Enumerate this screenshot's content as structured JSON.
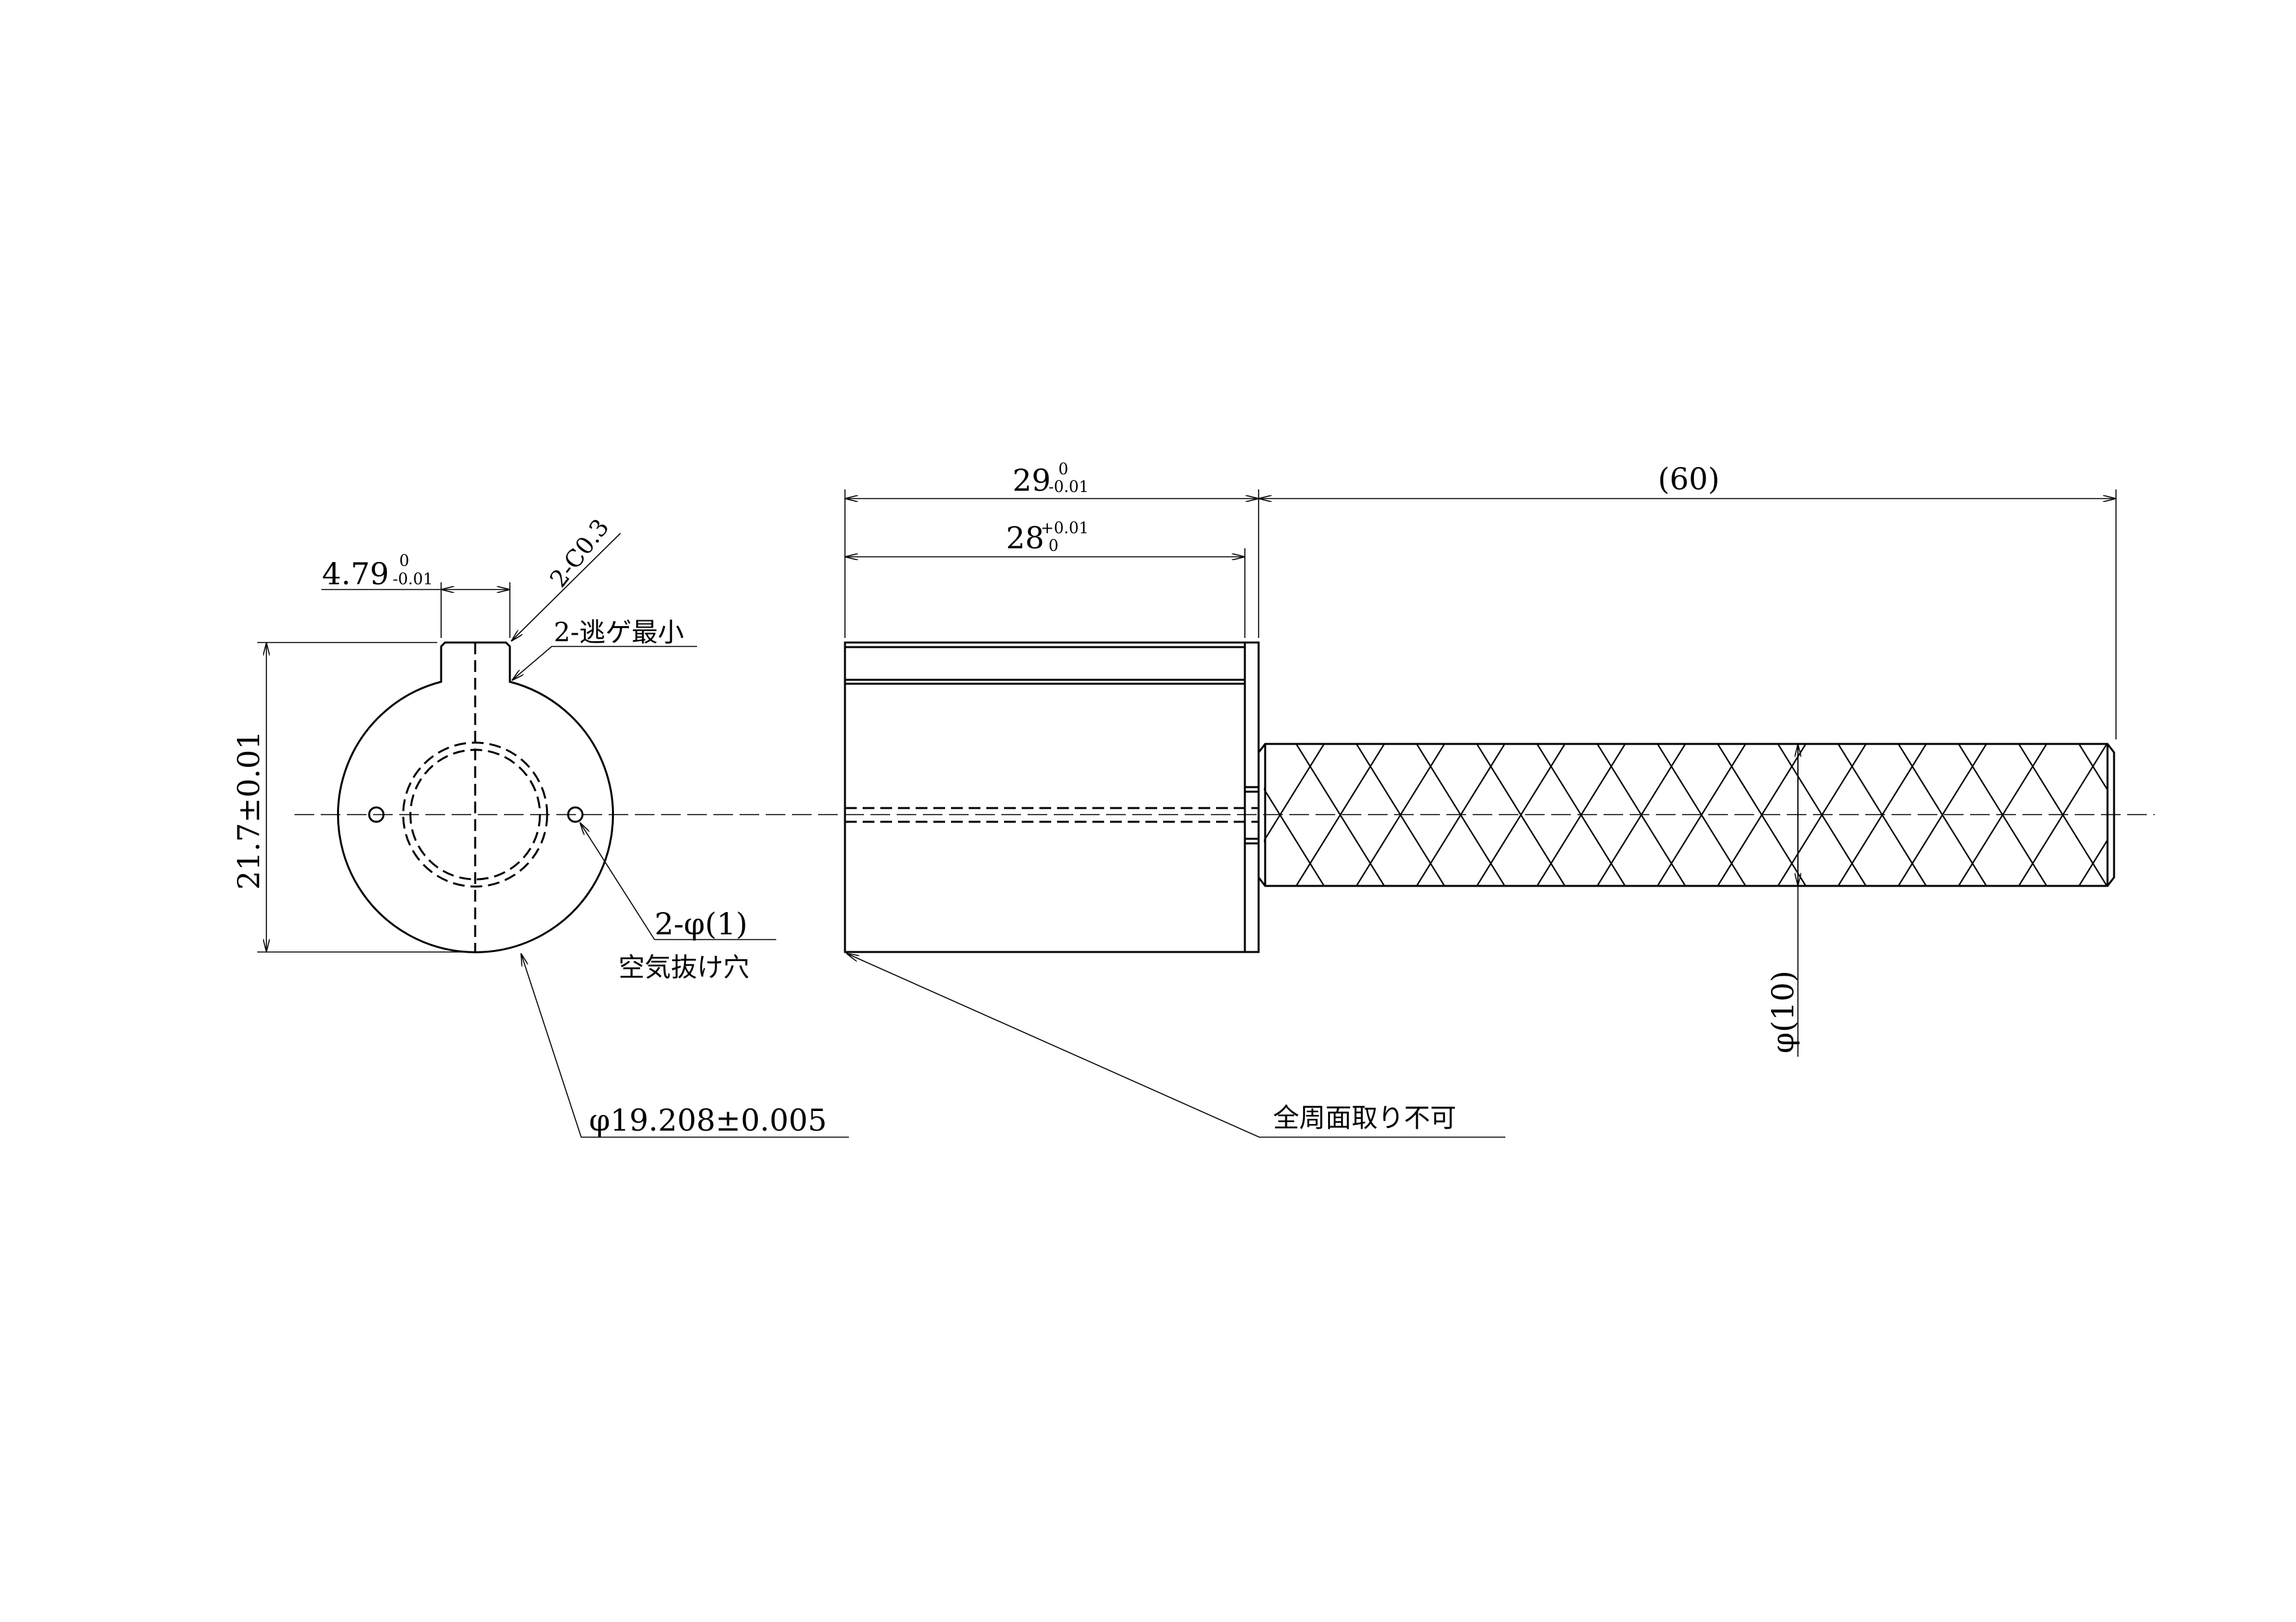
{
  "drawing": {
    "end_view": {
      "key_width": {
        "value": "4.79",
        "upper": "0",
        "lower": "-0.01"
      },
      "height": "21.7±0.01",
      "chamfer": "2-C0.3",
      "relief": "2-逃ゲ最小",
      "holes": "2-φ(1)",
      "holes_note": "空気抜け穴",
      "diameter": "φ19.208±0.005"
    },
    "side_view": {
      "overall_length": {
        "value": "29",
        "upper": "0",
        "lower": "-0.01"
      },
      "body_length": {
        "value": "28",
        "upper": "+0.01",
        "lower": "0"
      },
      "shaft_length": "(60)",
      "shaft_diameter": "φ(10)",
      "edge_note": "全周面取り不可"
    }
  }
}
